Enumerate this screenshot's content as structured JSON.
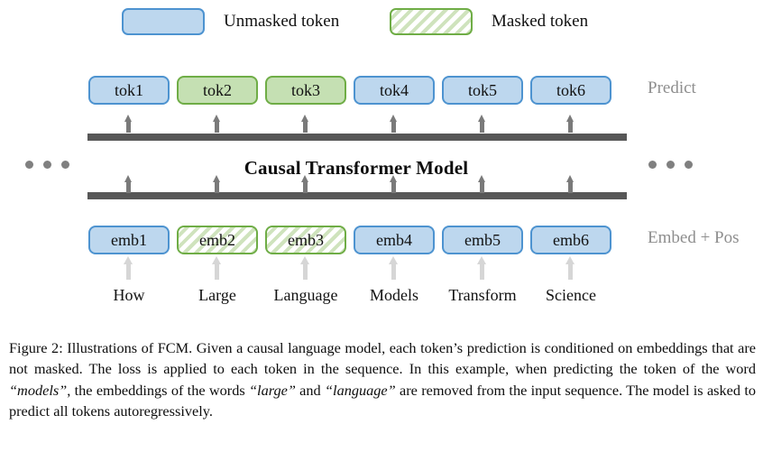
{
  "figure": {
    "legend": {
      "items": [
        {
          "label": "Unmasked token",
          "style": "blue-solid",
          "swatch_name": "legend-swatch-unmasked"
        },
        {
          "label": "Masked token",
          "style": "green-hatched",
          "swatch_name": "legend-swatch-masked"
        }
      ]
    },
    "output_row": {
      "label": "Predict",
      "tokens": [
        {
          "text": "tok1",
          "state": "unmasked"
        },
        {
          "text": "tok2",
          "state": "masked"
        },
        {
          "text": "tok3",
          "state": "masked"
        },
        {
          "text": "tok4",
          "state": "unmasked"
        },
        {
          "text": "tok5",
          "state": "unmasked"
        },
        {
          "text": "tok6",
          "state": "unmasked"
        }
      ]
    },
    "model": {
      "title": "Causal Transformer Model"
    },
    "input_row": {
      "label": "Embed + Pos",
      "embeddings": [
        {
          "text": "emb1",
          "state": "unmasked"
        },
        {
          "text": "emb2",
          "state": "masked"
        },
        {
          "text": "emb3",
          "state": "masked"
        },
        {
          "text": "emb4",
          "state": "unmasked"
        },
        {
          "text": "emb5",
          "state": "unmasked"
        },
        {
          "text": "emb6",
          "state": "unmasked"
        }
      ]
    },
    "words": [
      "How",
      "Large",
      "Language",
      "Models",
      "Transform",
      "Science"
    ],
    "ellipsis": {
      "left": "• • •",
      "right": "• • •"
    },
    "colors": {
      "unmasked_fill": "#bdd7ee",
      "unmasked_border": "#4d93d0",
      "masked_fill": "#c5e0b3",
      "masked_border": "#6fad46",
      "bar": "#575757",
      "arrow_dark": "#7a7a7a",
      "arrow_light": "#d6d6d6",
      "side_label": "#8e8e8e"
    }
  },
  "caption": {
    "prefix": "Figure 2:",
    "part1": " Illustrations of FCM. Given a causal language model, each token’s prediction is conditioned on embeddings that are not masked. The loss is applied to each token in the sequence. In this example, when predicting the token of the word ",
    "em1": "“models”",
    "part2": ", the embeddings of the words ",
    "em2": "“large”",
    "part3": " and ",
    "em3": "“language”",
    "part4": " are removed from the input sequence. The model is asked to predict all tokens autoregressively."
  }
}
